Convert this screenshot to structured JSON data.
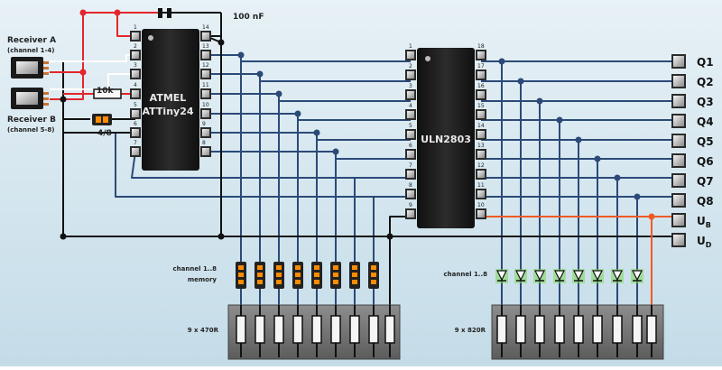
{
  "labels": {
    "capacitor": "100 nF",
    "resistor": "10k",
    "jumper": "4/8",
    "receiver_a": "Receiver A",
    "receiver_a_sub": "(channel 1-4)",
    "receiver_b": "Receiver B",
    "receiver_b_sub": "(channel 5-8)",
    "chip1_line1": "ATMEL",
    "chip1_line2": "ATTiny24",
    "chip2": "ULN2803",
    "memory_line1": "channel  1..8",
    "memory_line2": "memory",
    "diodes": "channel  1..8",
    "res_array_left": "9 x 470R",
    "res_array_right": "9 x 820R"
  },
  "outputs": [
    "Q1",
    "Q2",
    "Q3",
    "Q4",
    "Q5",
    "Q6",
    "Q7",
    "Q8",
    "UB",
    "UD"
  ],
  "chip1_pins_left": [
    "1",
    "2",
    "3",
    "4",
    "5",
    "6",
    "7"
  ],
  "chip1_pins_right": [
    "14",
    "13",
    "12",
    "11",
    "10",
    "9",
    "8"
  ],
  "chip2_pins_left": [
    "1",
    "2",
    "3",
    "4",
    "5",
    "6",
    "7",
    "8",
    "9"
  ],
  "chip2_pins_right": [
    "18",
    "17",
    "16",
    "15",
    "14",
    "13",
    "12",
    "11",
    "10"
  ],
  "colors": {
    "background_top": "#e7f1f6",
    "background_bottom": "#c4dce8",
    "wire_blue": "#2b4a78",
    "wire_black": "#111111",
    "wire_red": "#e3262b",
    "wire_orange": "#f05a24",
    "chip_body": "#1c1c1c",
    "led_orange": "#ff8c00",
    "diode_green": "#7ed957"
  }
}
